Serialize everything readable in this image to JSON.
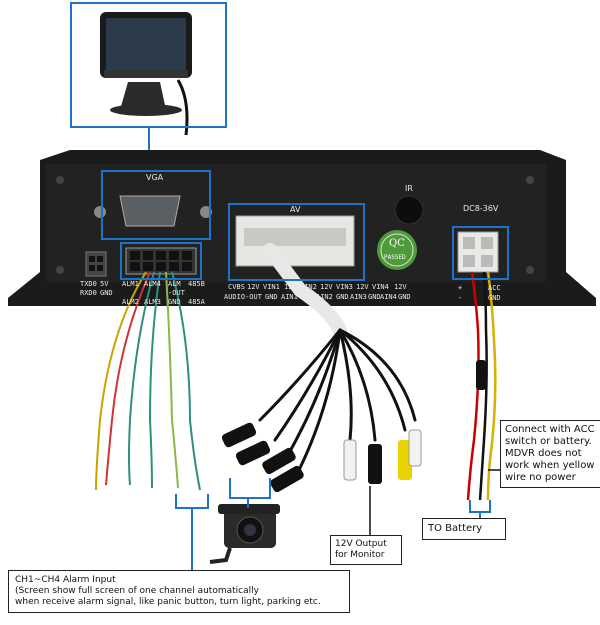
{
  "device": {
    "vga_label": "VGA",
    "av_label": "AV",
    "ir_label": "IR",
    "power_label": "DC8-36V",
    "qc_badge": {
      "top": "QC",
      "bottom": "PASSED"
    },
    "left_port_labels": [
      "TXD0",
      "5V",
      "RXD0",
      "GND"
    ],
    "alarm_labels": [
      "ALM1",
      "ALM4",
      "ALM",
      "485B",
      "ALM2",
      "ALM3",
      "-OUT",
      "GND",
      "485A"
    ],
    "av_port_labels": [
      "CVBS",
      "12V",
      "VIN1",
      "12V",
      "VIN2",
      "12V",
      "VIN3",
      "12V",
      "VIN4",
      "12V"
    ],
    "av_port_labels_row2": [
      "AUDIO-OUT",
      "GND",
      "AIN1",
      "GND",
      "AIN2",
      "GND",
      "AIN3",
      "GND",
      "AIN4",
      "GND"
    ],
    "power_pins": [
      "+",
      "-",
      "ACC",
      "GND"
    ]
  },
  "callouts": {
    "acc": "Connect with ACC switch or battery. MDVR does not work when yellow wire no power",
    "battery": "TO Battery",
    "monitor": "12V Output for Monitor",
    "alarm_title": "CH1~CH4 Alarm Input",
    "alarm_body_1": "(Screen show full screen of one channel automatically",
    "alarm_body_2": "when receive alarm signal, like panic button, turn light, parking etc."
  },
  "colors": {
    "highlight": "#1e73c8",
    "device_body": "#1b1b1b",
    "wire_red": "#d21f1f",
    "wire_yellow": "#e0b800",
    "wire_black": "#111111",
    "qc_green": "#4f9a3a"
  }
}
